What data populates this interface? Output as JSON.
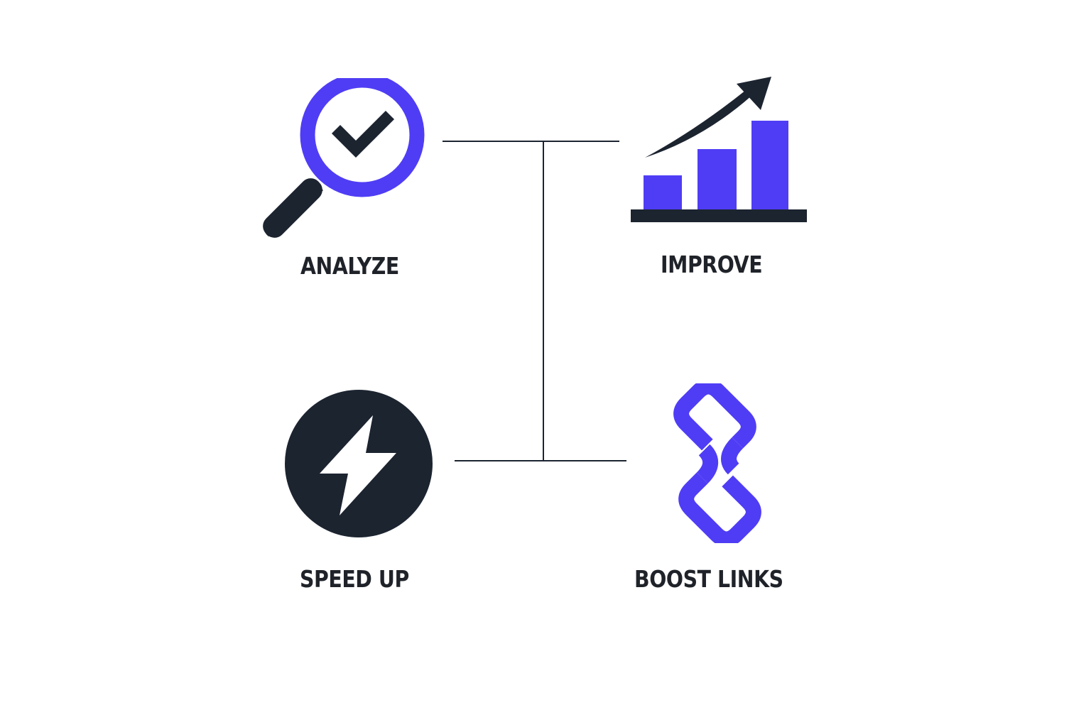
{
  "colors": {
    "accent": "#4f3df5",
    "dark": "#1c2430",
    "background": "#ffffff",
    "text": "#1f2329"
  },
  "nodes": [
    {
      "id": "analyze",
      "label": "ANALYZE",
      "icon": "magnifier-check-icon"
    },
    {
      "id": "improve",
      "label": "IMPROVE",
      "icon": "growth-bar-chart-icon"
    },
    {
      "id": "speed_up",
      "label": "SPEED UP",
      "icon": "lightning-bolt-icon"
    },
    {
      "id": "boost_links",
      "label": "BOOST LINKS",
      "icon": "chain-link-icon"
    }
  ],
  "connectors": [
    {
      "from": "analyze",
      "to": "improve",
      "type": "horizontal"
    },
    {
      "from": "speed_up",
      "to": "boost_links",
      "type": "horizontal"
    },
    {
      "from": "top-connector",
      "to": "bottom-connector",
      "type": "vertical"
    }
  ]
}
